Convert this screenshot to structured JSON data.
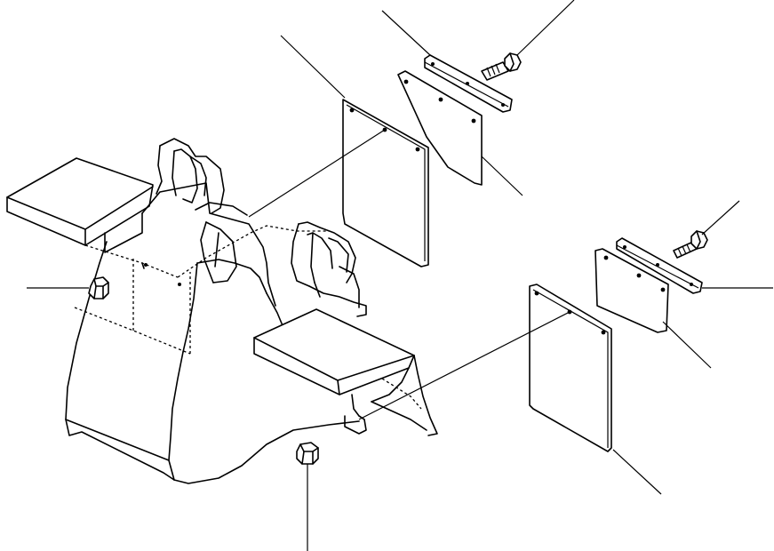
{
  "diagram": {
    "background": "#ffffff",
    "line_color": "#000000",
    "parts": [
      {
        "id": "mud-flap-upper",
        "kind": "flap"
      },
      {
        "id": "mud-flap-lower",
        "kind": "flap"
      },
      {
        "id": "cover-plate-upper",
        "kind": "plate"
      },
      {
        "id": "cover-plate-lower",
        "kind": "plate"
      },
      {
        "id": "retainer-bar-upper",
        "kind": "bar"
      },
      {
        "id": "retainer-bar-lower",
        "kind": "bar"
      },
      {
        "id": "bolt-upper",
        "kind": "bolt"
      },
      {
        "id": "bolt-lower",
        "kind": "bolt"
      },
      {
        "id": "nut-left",
        "kind": "nut"
      },
      {
        "id": "nut-bottom",
        "kind": "nut"
      },
      {
        "id": "frame",
        "kind": "frame"
      }
    ]
  }
}
